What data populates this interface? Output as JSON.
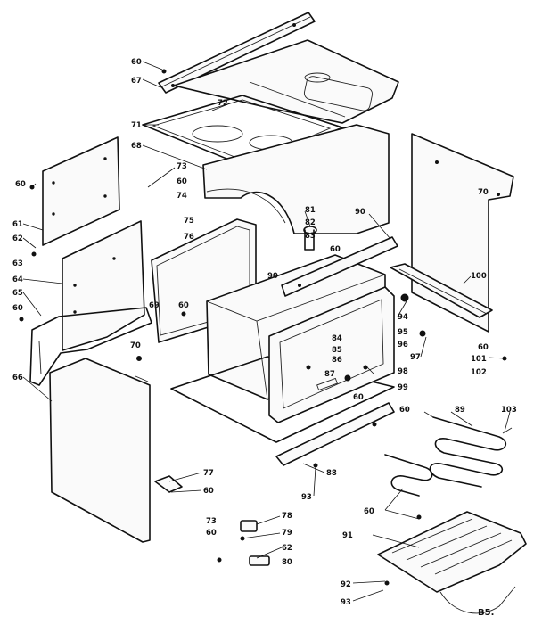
{
  "diagram_code": "B5.",
  "callouts": {
    "c60_top": "60",
    "c67": "67",
    "c72": "72",
    "c71": "71",
    "c68": "68",
    "c73a": "73",
    "c60_b": "60",
    "c74": "74",
    "c75": "75",
    "c76": "76",
    "c60_left": "60",
    "c61": "61",
    "c62a": "62",
    "c63": "63",
    "c64": "64",
    "c65": "65",
    "c60_c": "60",
    "c66": "66",
    "c69": "69",
    "c70a": "70",
    "c60_d": "60",
    "c81": "81",
    "c82": "82",
    "c83": "83",
    "c90a": "90",
    "c60_e": "60",
    "c90b": "90",
    "c70b": "70",
    "c100": "100",
    "c94": "94",
    "c95": "95",
    "c96": "96",
    "c97": "97",
    "c60_f": "60",
    "c101": "101",
    "c102": "102",
    "c84": "84",
    "c85": "85",
    "c86": "86",
    "c87": "87",
    "c98": "98",
    "c99": "99",
    "c60_g": "60",
    "c60_h": "60",
    "c89": "89",
    "c103": "103",
    "c88": "88",
    "c93a": "93",
    "c77": "77",
    "c60_i": "60",
    "c78": "78",
    "c73b": "73",
    "c60_j": "60",
    "c79": "79",
    "c62b": "62",
    "c80": "80",
    "c60_k": "60",
    "c91": "91",
    "c92": "92",
    "c93b": "93"
  }
}
